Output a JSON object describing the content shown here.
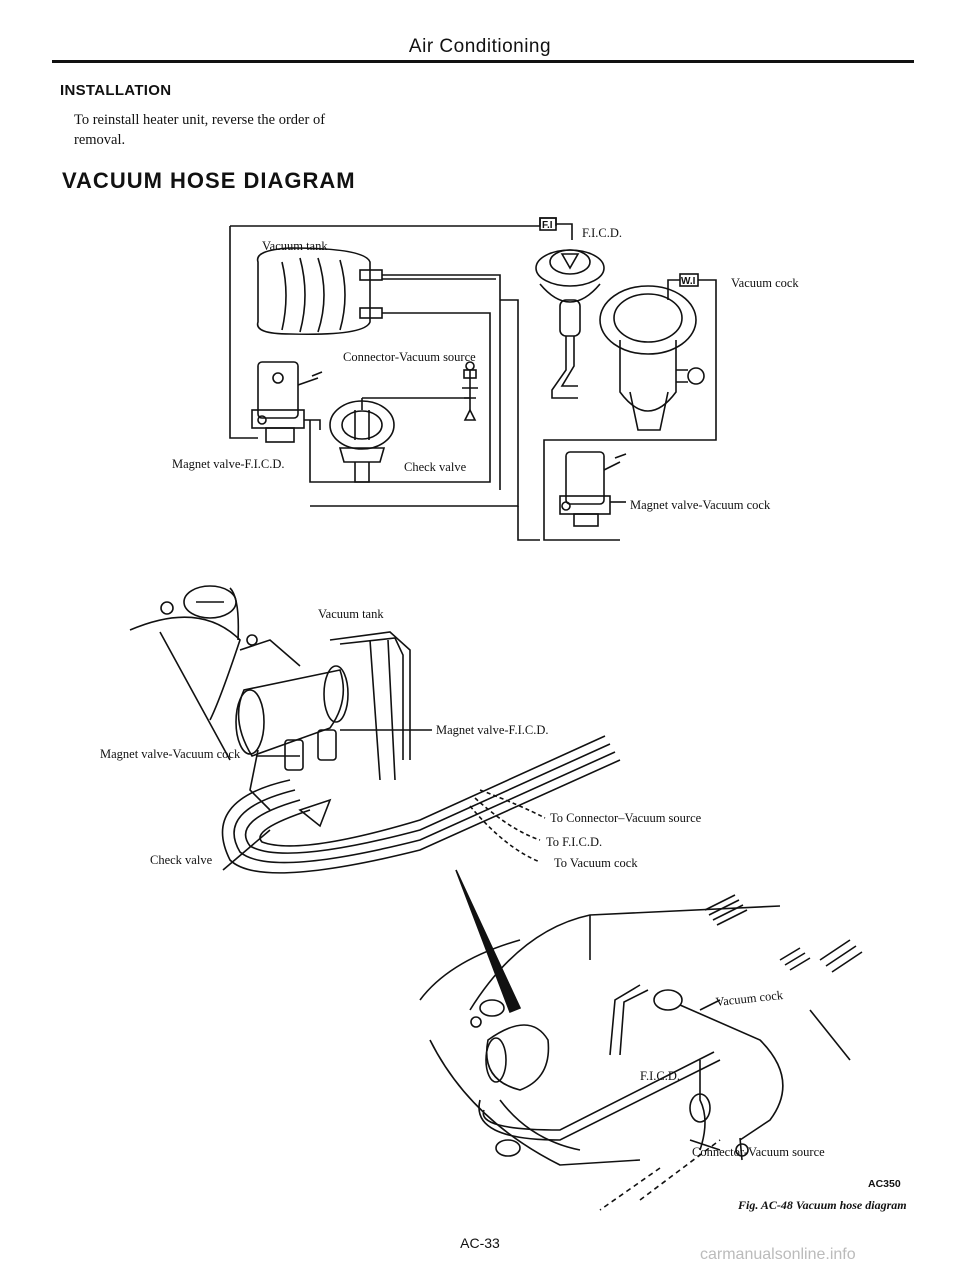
{
  "header": {
    "title": "Air Conditioning"
  },
  "installation": {
    "heading": "INSTALLATION",
    "text": "To reinstall heater unit, reverse the order of removal."
  },
  "section": {
    "heading": "VACUUM HOSE DIAGRAM"
  },
  "schematic": {
    "labels": {
      "vacuum_tank": "Vacuum tank",
      "connector_vacuum_source": "Connector-Vacuum source",
      "magnet_valve_ficd": "Magnet valve-F.I.C.D.",
      "check_valve": "Check valve",
      "ficd": "F.I.C.D.",
      "vacuum_cock": "Vacuum cock",
      "magnet_valve_vacuum_cock": "Magnet valve-Vacuum cock",
      "tag_fi": "F.I",
      "tag_wi": "W.I"
    }
  },
  "assembly": {
    "labels": {
      "vacuum_tank": "Vacuum tank",
      "magnet_valve_ficd": "Magnet valve-F.I.C.D.",
      "magnet_valve_vacuum_cock": "Magnet valve-Vacuum cock",
      "check_valve": "Check valve",
      "to_connector": "To Connector–Vacuum source",
      "to_ficd": "To F.I.C.D.",
      "to_vacuum_cock": "To Vacuum cock"
    }
  },
  "engine_view": {
    "labels": {
      "vacuum_cock": "Vacuum cock",
      "ficd": "F.I.C.D.",
      "connector_vacuum_source": "Connector-Vacuum source"
    }
  },
  "figure": {
    "code": "AC350",
    "caption": "Fig. AC-48 Vacuum hose diagram"
  },
  "footer": {
    "page_number": "AC-33",
    "watermark": "carmanualsonline.info"
  }
}
